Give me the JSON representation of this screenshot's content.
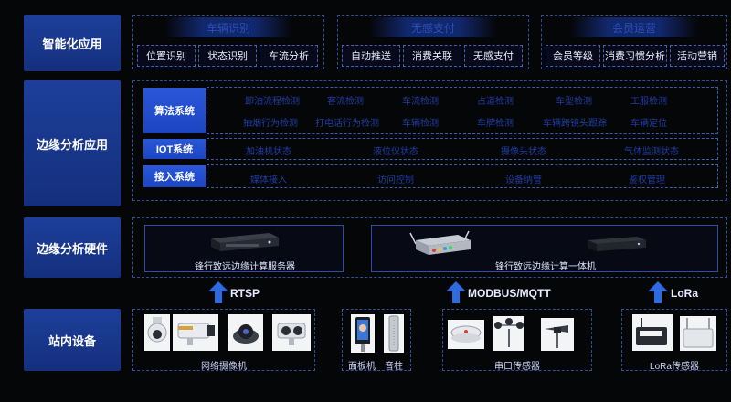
{
  "rows": {
    "smart_app": "智能化应用",
    "edge_app": "边缘分析应用",
    "edge_hw": "边缘分析硬件",
    "site_devices": "站内设备"
  },
  "smart_groups": [
    {
      "title": "车辆识别",
      "items": [
        "位置识别",
        "状态识别",
        "车流分析"
      ]
    },
    {
      "title": "无感支付",
      "items": [
        "自动推送",
        "消费关联",
        "无感支付"
      ]
    },
    {
      "title": "会员运营",
      "items": [
        "会员等级",
        "消费习惯分析",
        "活动营销"
      ]
    }
  ],
  "systems": {
    "algo": {
      "label": "算法系统",
      "row1": [
        "卸油流程检测",
        "客流检测",
        "车流检测",
        "占道检测",
        "车型检测",
        "工服检测"
      ],
      "row2": [
        "抽烟行为检测",
        "打电话行为检测",
        "车辆检测",
        "车牌检测",
        "车辆跨镜头跟踪",
        "车辆定位"
      ]
    },
    "iot": {
      "label": "IOT系统",
      "items": [
        "加油机状态",
        "液位仪状态",
        "摄像头状态",
        "气体监测状态"
      ]
    },
    "access": {
      "label": "接入系统",
      "items": [
        "媒体接入",
        "访问控制",
        "设备纳管",
        "鉴权管理"
      ]
    }
  },
  "hardware": {
    "server": "锋行致远边缘计算服务器",
    "allinone": "锋行致远边缘计算一体机"
  },
  "protocols": [
    "RTSP",
    "MODBUS/MQTT",
    "LoRa"
  ],
  "devices": {
    "camera": "网络摄像机",
    "panel": "面板机",
    "gate": "音柱",
    "serial": "串口传感器",
    "lora": "LoRa传感器"
  },
  "colors": {
    "accent": "#1d3f9b",
    "system_blue": "#2a58d8",
    "arrow": "#2f6be0",
    "dim_text": "#1f3ca3"
  }
}
